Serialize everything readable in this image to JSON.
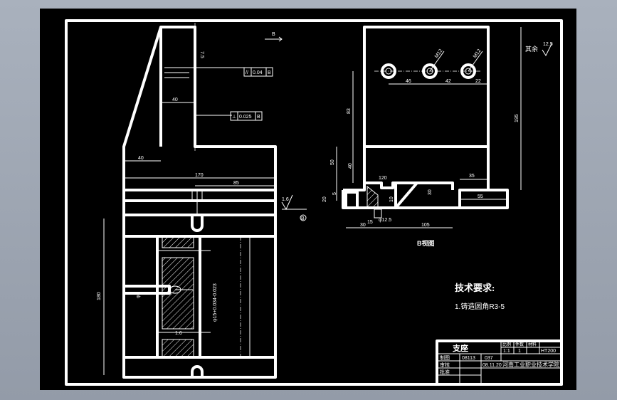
{
  "view_label": "B",
  "section_view_label": "B视图",
  "technical_requirements": {
    "title": "技术要求:",
    "item1": "1.铸造圆角R3-5"
  },
  "surface_note": "其余",
  "roughness": {
    "general": "12.5",
    "note": "1.6"
  },
  "tolerances": {
    "parallel": "0.04",
    "perpendicular": "0.025",
    "datum": "B"
  },
  "front_view_dims": {
    "d1": "40",
    "d2": "40",
    "d3": "170",
    "d4": "85",
    "d5": "180",
    "d6": "φ5",
    "bore": "φ15+0.034-0.023",
    "d7": "7.5"
  },
  "side_view_dims": {
    "hole1": "M12",
    "hole2": "M12",
    "d46": "46",
    "d42": "42",
    "d22": "22",
    "d83": "83",
    "d40": "40",
    "d50": "50",
    "d195": "195",
    "d35": "35",
    "d30": "30",
    "d55": "55",
    "d20": "20",
    "d5": "5",
    "d105": "105",
    "d15": "15",
    "d10": "10",
    "d120": "120",
    "d30b": "30",
    "dphi12": "φ12.5"
  },
  "title_block": {
    "part_name": "支座",
    "scale_label": "比例",
    "scale": "1:1",
    "qty_label": "件数",
    "qty": "1",
    "material_label": "材料",
    "material": "HT200",
    "designer_label": "制图",
    "drawing_no": "08113",
    "sheet": "037",
    "checker_label": "审核",
    "date": "08.11.20",
    "school": "河南工业职业技术学院",
    "approver_label": "批准"
  }
}
